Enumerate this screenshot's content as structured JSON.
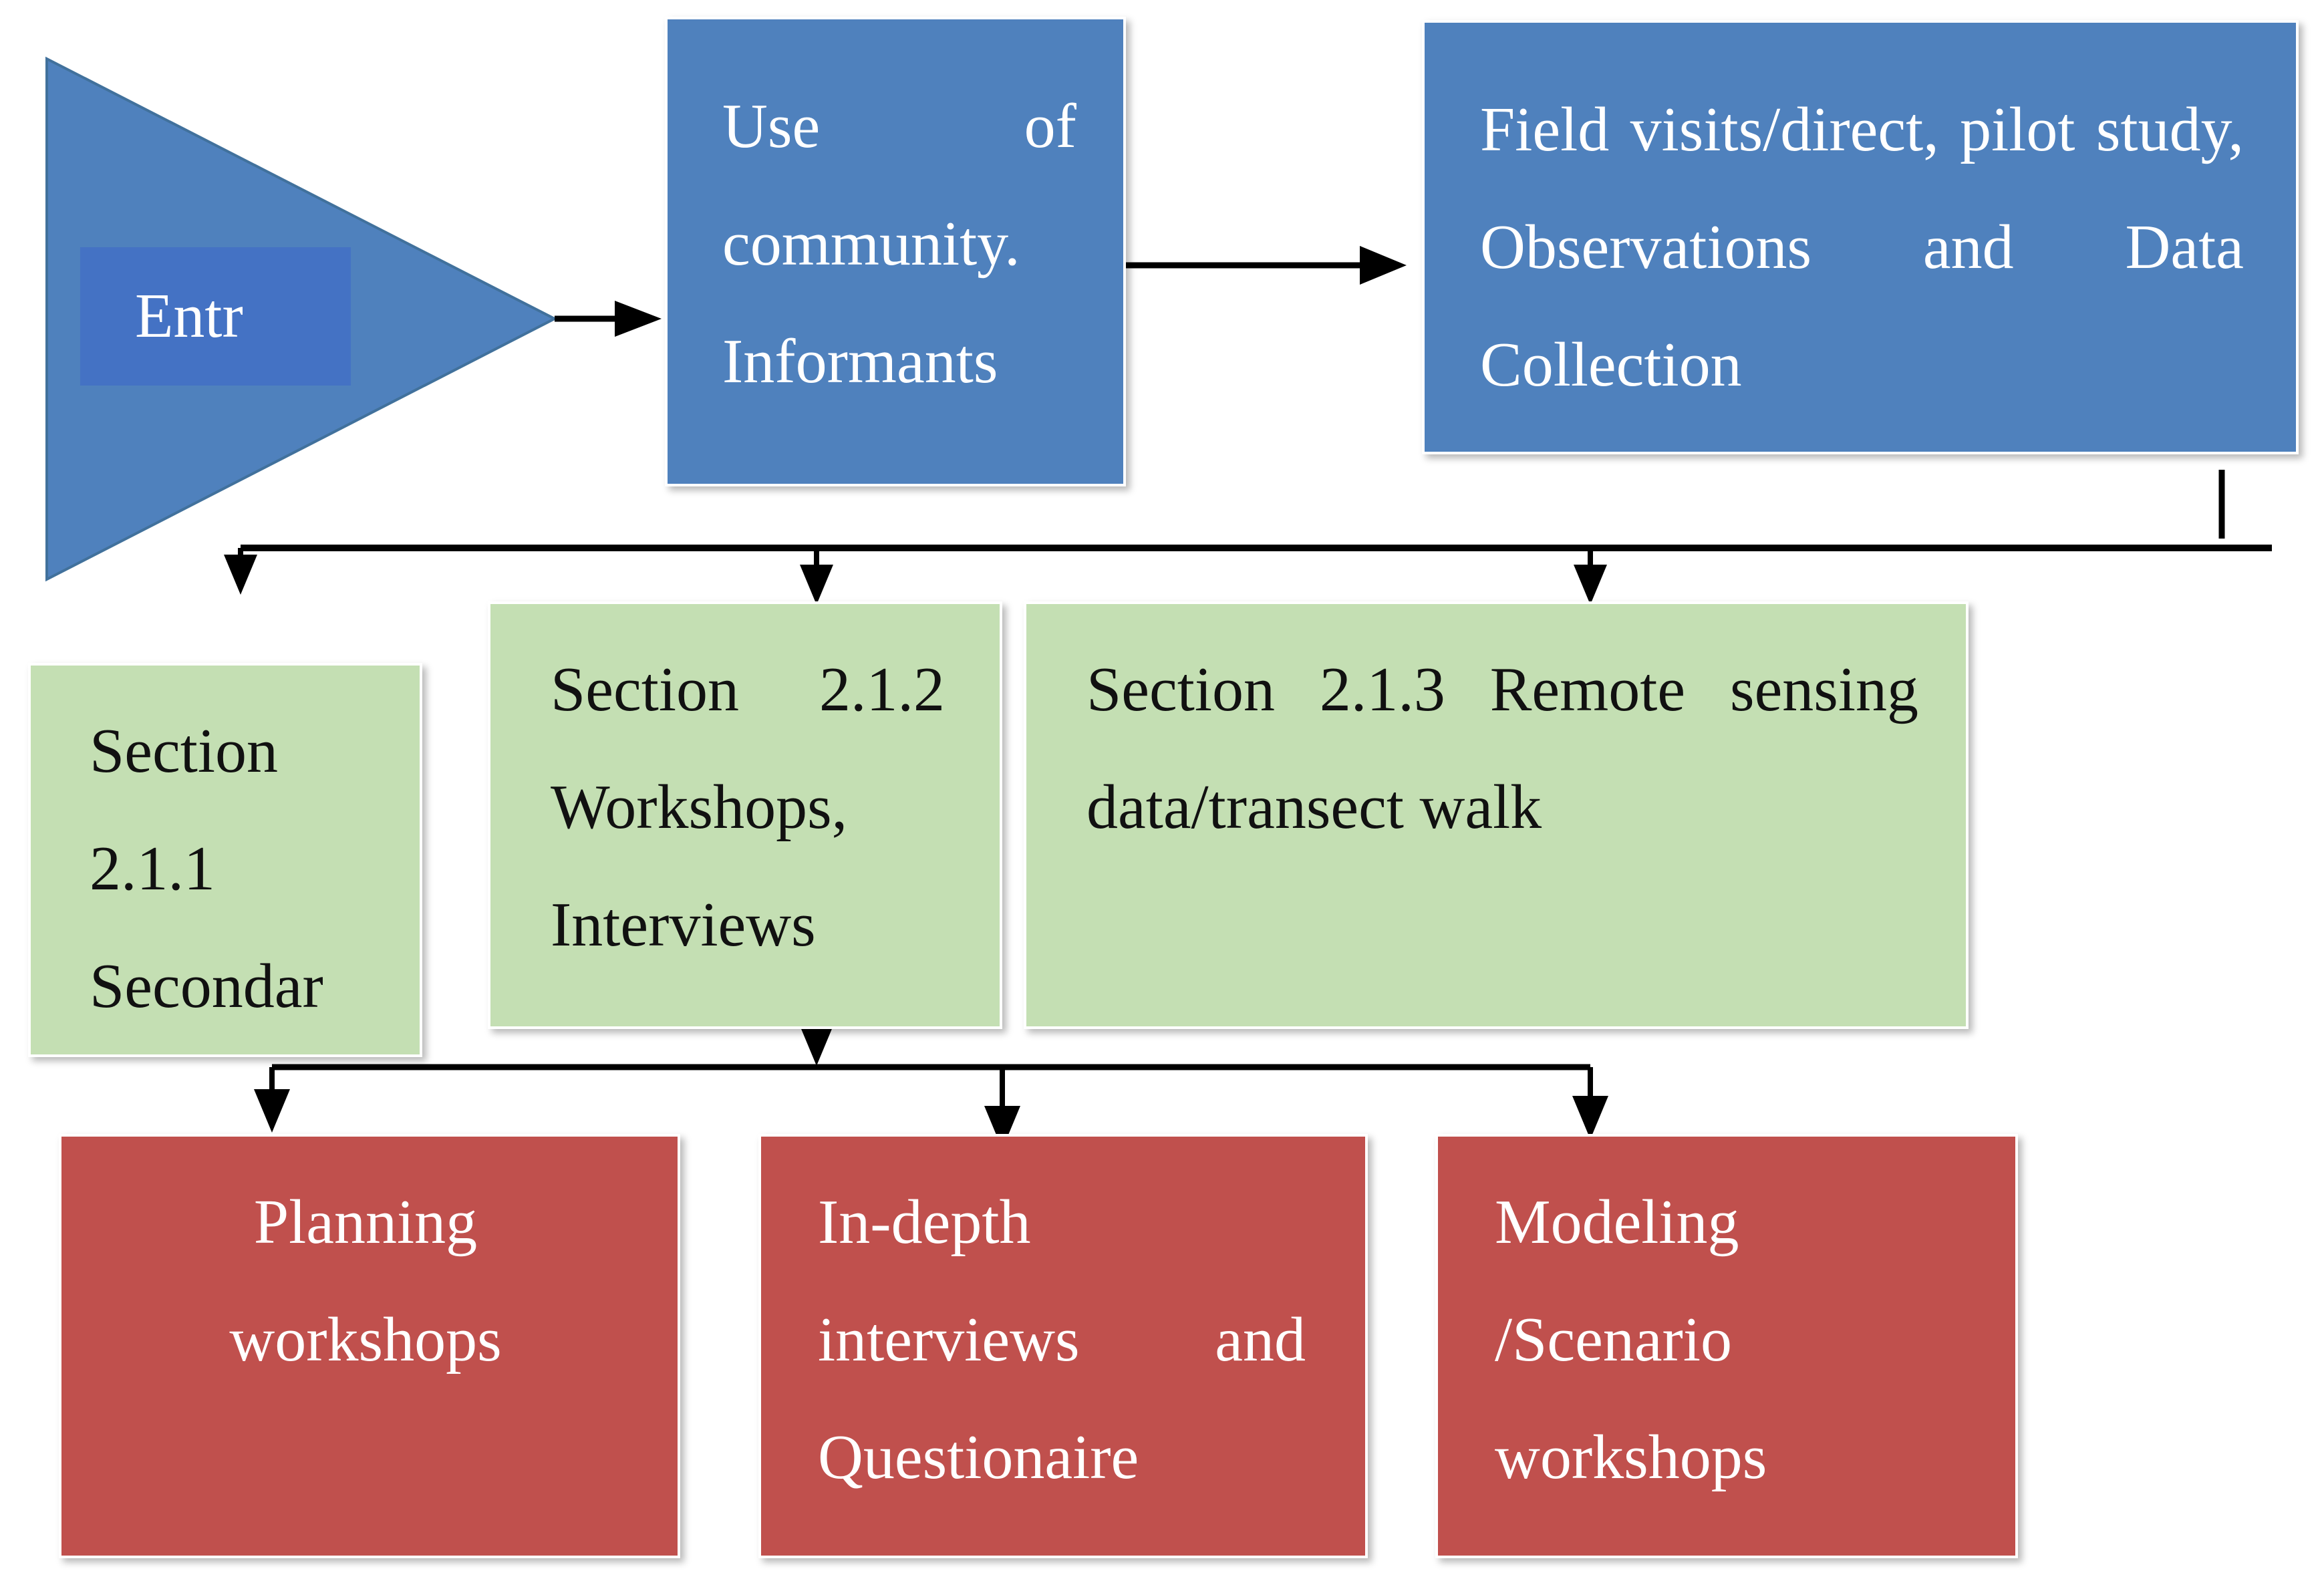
{
  "nodes": {
    "entry": {
      "label": "Entr"
    },
    "community": {
      "label": "Use of community. Informants"
    },
    "field": {
      "label": "Field visits/direct, pilot study, Observations and Data Collection"
    },
    "section_211": {
      "label": "Section 2.1.1 Secondar"
    },
    "section_212": {
      "label": "Section 2.1.2 Workshops, Interviews"
    },
    "section_213": {
      "label": "Section 2.1.3 Remote sensing data/transect walk"
    },
    "planning": {
      "label": "Planning workshops"
    },
    "indepth": {
      "label": "In-depth interviews and Questionaire"
    },
    "modeling": {
      "label": "Modeling /Scenario workshops"
    }
  },
  "edges": [
    {
      "from": "entry",
      "to": "community"
    },
    {
      "from": "community",
      "to": "field"
    },
    {
      "from": "field",
      "to": "section_211"
    },
    {
      "from": "field",
      "to": "section_212"
    },
    {
      "from": "field",
      "to": "section_213"
    },
    {
      "from": "section_212",
      "to": "planning"
    },
    {
      "from": "section_212",
      "to": "indepth"
    },
    {
      "from": "section_212",
      "to": "modeling"
    }
  ],
  "colors": {
    "top_boxes": "#4f81bd",
    "entry_label": "#4472c4",
    "section_boxes": "#c4dfb3",
    "method_boxes": "#c0504d",
    "connectors": "#000000"
  }
}
